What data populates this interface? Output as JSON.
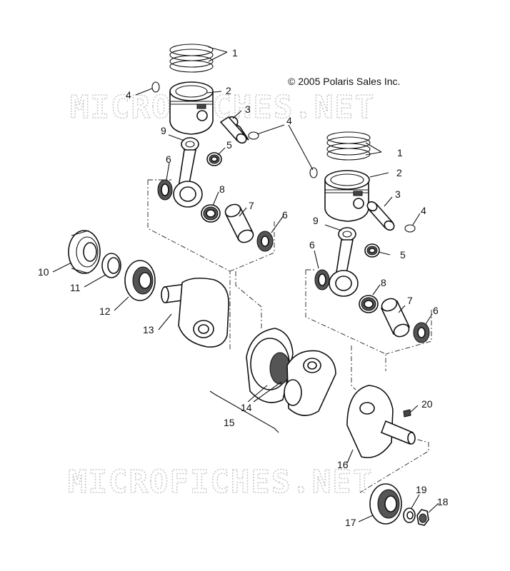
{
  "copyright": "© 2005 Polaris Sales Inc.",
  "watermark": "MICROFICHES.NET",
  "callouts": {
    "c1a": "1",
    "c2a": "2",
    "c3a": "3",
    "c4a": "4",
    "c4b": "4",
    "c9a": "9",
    "c5a": "5",
    "c6a": "6",
    "c8a": "8",
    "c7a": "7",
    "c6b": "6",
    "c1b": "1",
    "c2b": "2",
    "c3b": "3",
    "c4c": "4",
    "c9b": "9",
    "c5b": "5",
    "c6c": "6",
    "c8b": "8",
    "c7b": "7",
    "c6d": "6",
    "c10": "10",
    "c11": "11",
    "c12": "12",
    "c13": "13",
    "c14": "14",
    "c15": "15",
    "c16": "16",
    "c17": "17",
    "c18": "18",
    "c19": "19",
    "c20": "20"
  }
}
